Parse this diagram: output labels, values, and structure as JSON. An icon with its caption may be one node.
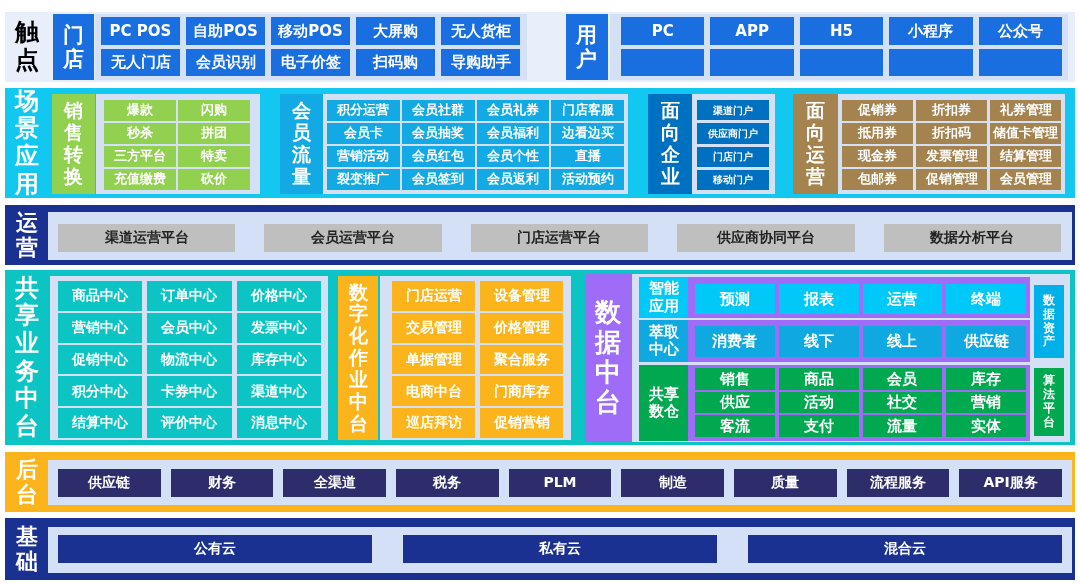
{
  "diagram": {
    "nodes": [
      {
        "text": [
          "触点"
        ]
      },
      {
        "text": [
          "门店"
        ],
        "in": 0
      },
      {
        "text": [
          "PC POS"
        ],
        "in": 1
      },
      {
        "text": [
          "自助POS"
        ],
        "in": 1
      },
      {
        "text": [
          "移动POS"
        ],
        "in": 1
      },
      {
        "text": [
          "大屏购"
        ],
        "in": 1
      },
      {
        "text": [
          "无人货柜"
        ],
        "in": 1
      },
      {
        "text": [
          "无人门店"
        ],
        "in": 1
      },
      {
        "text": [
          "会员识别"
        ],
        "in": 1
      },
      {
        "text": [
          "电子价签"
        ],
        "in": 1
      },
      {
        "text": [
          "扫码购"
        ],
        "in": 1
      },
      {
        "text": [
          "导购助手"
        ],
        "in": 1
      },
      {
        "text": [
          "用户"
        ],
        "in": 0
      },
      {
        "text": [
          "PC"
        ],
        "in": 12
      },
      {
        "text": [
          "APP"
        ],
        "in": 12
      },
      {
        "text": [
          "H5"
        ],
        "in": 12
      },
      {
        "text": [
          "小程序"
        ],
        "in": 12
      },
      {
        "text": [
          "公众号"
        ],
        "in": 12
      },
      {
        "text": [],
        "shape": "box",
        "in": 12
      },
      {
        "text": [],
        "shape": "box",
        "in": 12
      },
      {
        "text": [],
        "shape": "box",
        "in": 12
      },
      {
        "text": [],
        "shape": "box",
        "in": 12
      },
      {
        "text": [],
        "shape": "box",
        "in": 12
      },
      {
        "text": [
          "场景应用"
        ]
      },
      {
        "text": [
          "销售转换"
        ],
        "in": 23
      },
      {
        "text": [
          "爆款"
        ],
        "in": 24
      },
      {
        "text": [
          "闪购"
        ],
        "in": 24
      },
      {
        "text": [
          "秒杀"
        ],
        "in": 24
      },
      {
        "text": [
          "拼团"
        ],
        "in": 24
      },
      {
        "text": [
          "三方平台"
        ],
        "in": 24
      },
      {
        "text": [
          "特卖"
        ],
        "in": 24
      },
      {
        "text": [
          "充值缴费"
        ],
        "in": 24
      },
      {
        "text": [
          "砍价"
        ],
        "in": 24
      },
      {
        "text": [
          "会员流量"
        ],
        "in": 23
      },
      {
        "text": [
          "积分运营"
        ],
        "in": 33
      },
      {
        "text": [
          "会员社群"
        ],
        "in": 33
      },
      {
        "text": [
          "会员礼券"
        ],
        "in": 33
      },
      {
        "text": [
          "门店客服"
        ],
        "in": 33
      },
      {
        "text": [
          "会员卡"
        ],
        "in": 33
      },
      {
        "text": [
          "会员抽奖"
        ],
        "in": 33
      },
      {
        "text": [
          "会员福利"
        ],
        "in": 33
      },
      {
        "text": [
          "边看边买"
        ],
        "in": 33
      },
      {
        "text": [
          "营销活动"
        ],
        "in": 33
      },
      {
        "text": [
          "会员红包"
        ],
        "in": 33
      },
      {
        "text": [
          "会员个性"
        ],
        "in": 33
      },
      {
        "text": [
          "直播"
        ],
        "in": 33
      },
      {
        "text": [
          "裂变推广"
        ],
        "in": 33
      },
      {
        "text": [
          "会员签到"
        ],
        "in": 33
      },
      {
        "text": [
          "会员返利"
        ],
        "in": 33
      },
      {
        "text": [
          "活动预约"
        ],
        "in": 33
      },
      {
        "text": [
          "面向企业"
        ],
        "in": 23
      },
      {
        "text": [
          "渠道门户"
        ],
        "in": 50
      },
      {
        "text": [
          "供应商门户"
        ],
        "in": 50
      },
      {
        "text": [
          "门店门户"
        ],
        "in": 50
      },
      {
        "text": [
          "移动门户"
        ],
        "in": 50
      },
      {
        "text": [
          "面向运营"
        ],
        "in": 23
      },
      {
        "text": [
          "促销券"
        ],
        "in": 55
      },
      {
        "text": [
          "折扣券"
        ],
        "in": 55
      },
      {
        "text": [
          "礼券管理"
        ],
        "in": 55
      },
      {
        "text": [
          "抵用券"
        ],
        "in": 55
      },
      {
        "text": [
          "折扣码"
        ],
        "in": 55
      },
      {
        "text": [
          "储值卡管理"
        ],
        "in": 55
      },
      {
        "text": [
          "现金券"
        ],
        "in": 55
      },
      {
        "text": [
          "发票管理"
        ],
        "in": 55
      },
      {
        "text": [
          "结算管理"
        ],
        "in": 55
      },
      {
        "text": [
          "包邮券"
        ],
        "in": 55
      },
      {
        "text": [
          "促销管理"
        ],
        "in": 55
      },
      {
        "text": [
          "会员管理"
        ],
        "in": 55
      },
      {
        "text": [
          "运营"
        ]
      },
      {
        "text": [
          "渠道运营平台"
        ],
        "in": 68
      },
      {
        "text": [
          "会员运营平台"
        ],
        "in": 68
      },
      {
        "text": [
          "门店运营平台"
        ],
        "in": 68
      },
      {
        "text": [
          "供应商协同平台"
        ],
        "in": 68
      },
      {
        "text": [
          "数据分析平台"
        ],
        "in": 68
      },
      {
        "text": [
          "共享业务中台"
        ]
      },
      {
        "text": [
          "商品中心"
        ],
        "in": 74
      },
      {
        "text": [
          "订单中心"
        ],
        "in": 74
      },
      {
        "text": [
          "价格中心"
        ],
        "in": 74
      },
      {
        "text": [
          "营销中心"
        ],
        "in": 74
      },
      {
        "text": [
          "会员中心"
        ],
        "in": 74
      },
      {
        "text": [
          "发票中心"
        ],
        "in": 74
      },
      {
        "text": [
          "促销中心"
        ],
        "in": 74
      },
      {
        "text": [
          "物流中心"
        ],
        "in": 74
      },
      {
        "text": [
          "库存中心"
        ],
        "in": 74
      },
      {
        "text": [
          "积分中心"
        ],
        "in": 74
      },
      {
        "text": [
          "卡券中心"
        ],
        "in": 74
      },
      {
        "text": [
          "渠道中心"
        ],
        "in": 74
      },
      {
        "text": [
          "结算中心"
        ],
        "in": 74
      },
      {
        "text": [
          "评价中心"
        ],
        "in": 74
      },
      {
        "text": [
          "消息中心"
        ],
        "in": 74
      },
      {
        "text": [
          "数字化作业中台"
        ],
        "in": 74
      },
      {
        "text": [
          "门店运营"
        ],
        "in": 90
      },
      {
        "text": [
          "设备管理"
        ],
        "in": 90
      },
      {
        "text": [
          "交易管理"
        ],
        "in": 90
      },
      {
        "text": [
          "价格管理"
        ],
        "in": 90
      },
      {
        "text": [
          "单据管理"
        ],
        "in": 90
      },
      {
        "text": [
          "聚合服务"
        ],
        "in": 90
      },
      {
        "text": [
          "电商中台"
        ],
        "in": 90
      },
      {
        "text": [
          "门商库存"
        ],
        "in": 90
      },
      {
        "text": [
          "巡店拜访"
        ],
        "in": 90
      },
      {
        "text": [
          "促销营销"
        ],
        "in": 90
      },
      {
        "text": [
          "数据中台"
        ],
        "in": 74
      },
      {
        "text": [
          "智能应用"
        ],
        "in": 101
      },
      {
        "text": [
          "预测"
        ],
        "in": 102
      },
      {
        "text": [
          "报表"
        ],
        "in": 102
      },
      {
        "text": [
          "运营"
        ],
        "in": 102
      },
      {
        "text": [
          "终端"
        ],
        "in": 102
      },
      {
        "text": [
          "萃取中心"
        ],
        "in": 101
      },
      {
        "text": [
          "消费者"
        ],
        "in": 107
      },
      {
        "text": [
          "线下"
        ],
        "in": 107
      },
      {
        "text": [
          "线上"
        ],
        "in": 107
      },
      {
        "text": [
          "供应链"
        ],
        "in": 107
      },
      {
        "text": [
          "共享数仓"
        ],
        "in": 101
      },
      {
        "text": [
          "销售"
        ],
        "in": 112
      },
      {
        "text": [
          "商品"
        ],
        "in": 112
      },
      {
        "text": [
          "会员"
        ],
        "in": 112
      },
      {
        "text": [
          "库存"
        ],
        "in": 112
      },
      {
        "text": [
          "供应"
        ],
        "in": 112
      },
      {
        "text": [
          "活动"
        ],
        "in": 112
      },
      {
        "text": [
          "社交"
        ],
        "in": 112
      },
      {
        "text": [
          "营销"
        ],
        "in": 112
      },
      {
        "text": [
          "客流"
        ],
        "in": 112
      },
      {
        "text": [
          "支付"
        ],
        "in": 112
      },
      {
        "text": [
          "流量"
        ],
        "in": 112
      },
      {
        "text": [
          "实体"
        ],
        "in": 112
      },
      {
        "text": [
          "数据资产"
        ],
        "in": 101
      },
      {
        "text": [
          "算法平台"
        ],
        "in": 101
      },
      {
        "text": [
          "后台"
        ]
      },
      {
        "text": [
          "供应链"
        ],
        "in": 127
      },
      {
        "text": [
          "财务"
        ],
        "in": 127
      },
      {
        "text": [
          "全渠道"
        ],
        "in": 127
      },
      {
        "text": [
          "税务"
        ],
        "in": 127
      },
      {
        "text": [
          "PLM"
        ],
        "in": 127
      },
      {
        "text": [
          "制造"
        ],
        "in": 127
      },
      {
        "text": [
          "质量"
        ],
        "in": 127
      },
      {
        "text": [
          "流程服务"
        ],
        "in": 127
      },
      {
        "text": [
          "API服务"
        ],
        "in": 127
      },
      {
        "text": [
          "基础"
        ]
      },
      {
        "text": [
          "公有云"
        ],
        "in": 137
      },
      {
        "text": [
          "私有云"
        ],
        "in": 137
      },
      {
        "text": [
          "混合云"
        ],
        "in": 137
      }
    ]
  }
}
